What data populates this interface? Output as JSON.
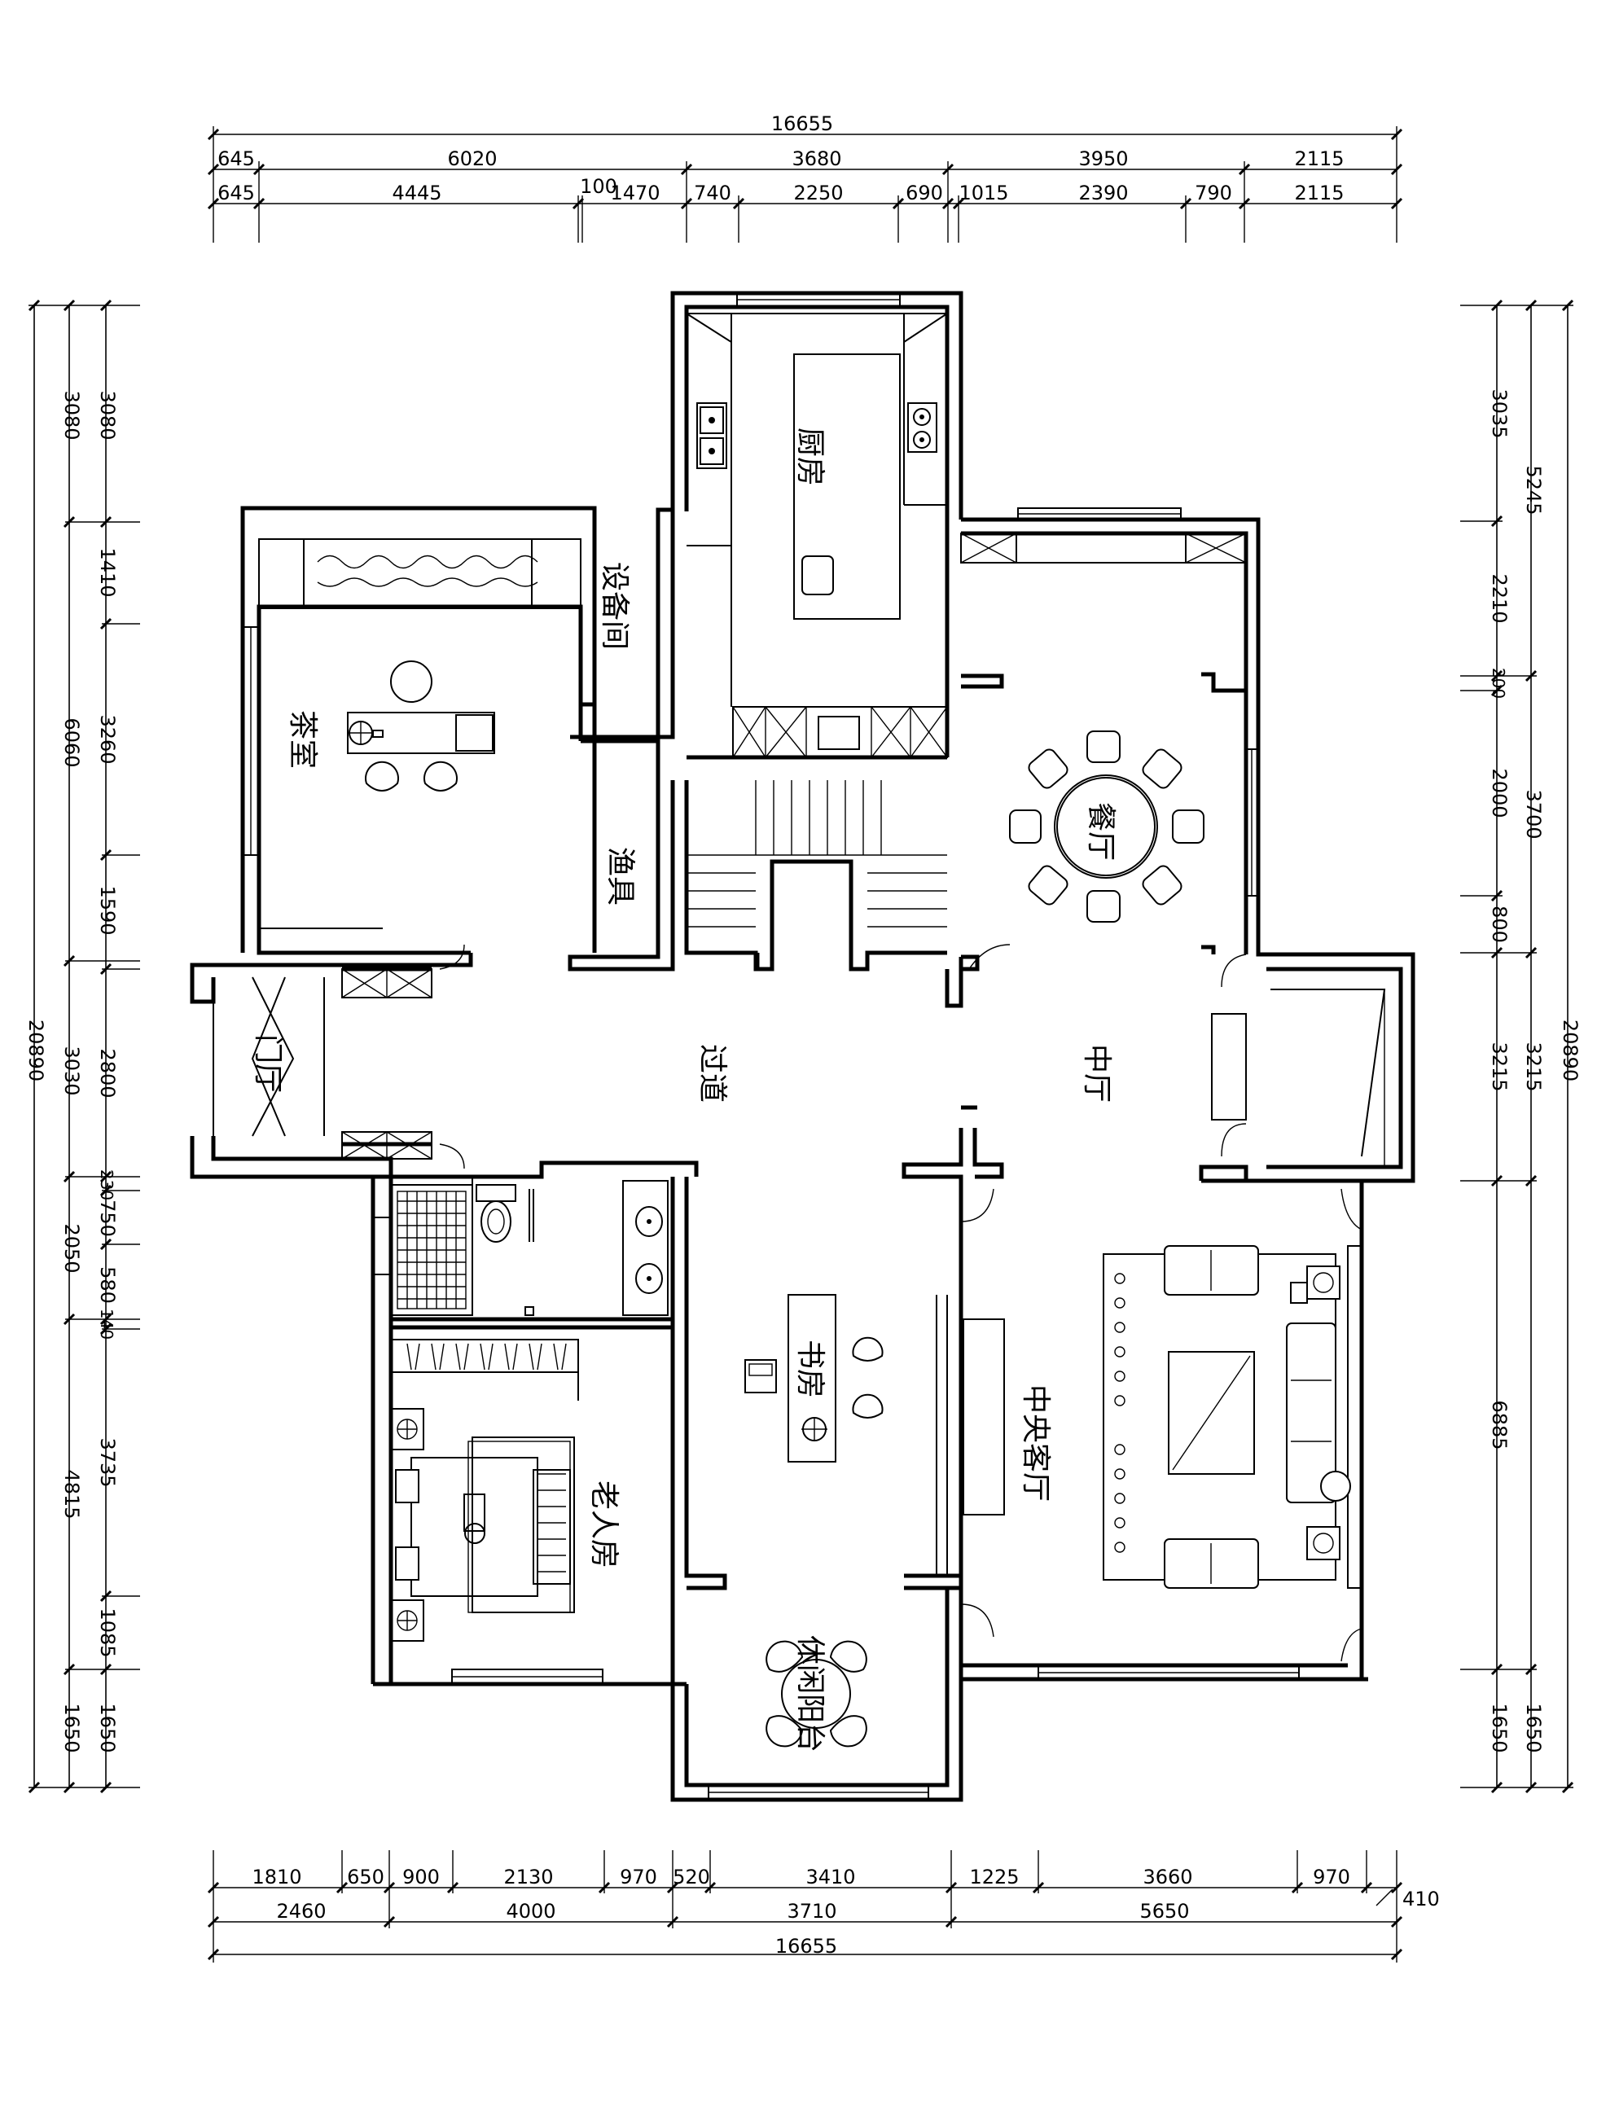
{
  "rooms": {
    "kitchen": "厨房",
    "equipment": "设备间",
    "tea": "茶室",
    "fishing": "渔具",
    "dining": "餐厅",
    "corridor": "过道",
    "hall": "中厅",
    "entrance": "门厅",
    "study": "书房",
    "elder": "老人房",
    "living": "中央客厅",
    "balcony": "休闲阳台"
  },
  "dims": {
    "top_total": "16655",
    "top_r1": [
      "645",
      "6020",
      "3680",
      "3950",
      "2115"
    ],
    "top_r2": [
      "645",
      "4445",
      "100",
      "1470",
      "740",
      "2250",
      "690",
      "1015",
      "2390",
      "790",
      "2115"
    ],
    "bottom_total": "16655",
    "bottom_r1": [
      "1810",
      "650",
      "900",
      "2130",
      "970",
      "520",
      "3410",
      "1225",
      "3660",
      "970"
    ],
    "bottom_r2": [
      "2460",
      "4000",
      "3710",
      "5650"
    ],
    "bottom_extra": "410",
    "left_total": "20890",
    "left_r1": [
      "3080",
      "1410",
      "3260",
      "1590",
      "2800",
      "230",
      "750",
      "580",
      "140",
      "3735",
      "1085",
      "1650"
    ],
    "left_r2": [
      "3080",
      "6060",
      "3030",
      "2050",
      "4815",
      "1650"
    ],
    "right_total": "20890",
    "right_r1": [
      "3035",
      "2210",
      "200",
      "2000",
      "800",
      "3215",
      "6885",
      "1650"
    ],
    "right_r2": [
      "5245",
      "3700",
      "3215",
      "1650"
    ]
  }
}
